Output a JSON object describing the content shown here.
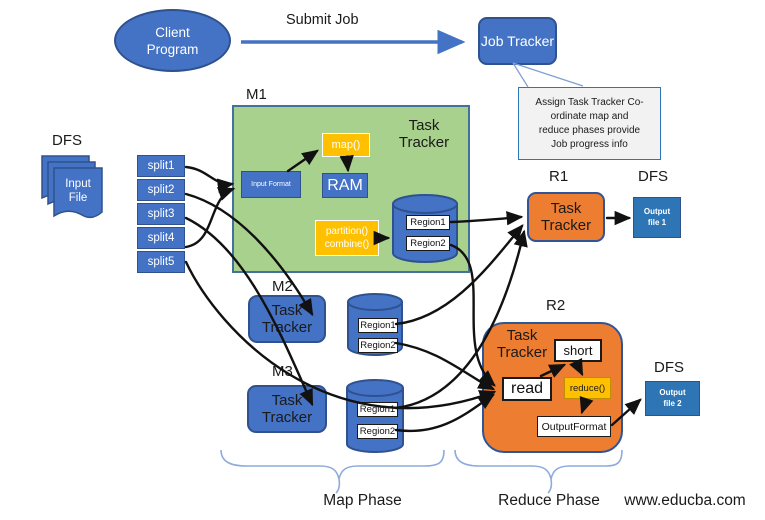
{
  "header": {
    "client_program": "Client Program",
    "submit_job": "Submit Job",
    "job_tracker": "Job Tracker"
  },
  "callout": {
    "line1": "Assign Task Tracker Co-",
    "line2": "ordinate map and",
    "line3": "reduce phases provide",
    "line4": "Job progress info"
  },
  "dfs_input": {
    "label": "DFS",
    "file": "Input File"
  },
  "splits": [
    "split1",
    "split2",
    "split3",
    "split4",
    "split5"
  ],
  "m1": {
    "label": "M1",
    "title": "Task Tracker",
    "input_format": "Input Format",
    "map": "map()",
    "ram": "RAM",
    "partition_combine": "partition() combine()",
    "region1": "Region1",
    "region2": "Region2"
  },
  "m2": {
    "label": "M2",
    "title": "Task Tracker"
  },
  "m3": {
    "label": "M3",
    "title": "Task Tracker"
  },
  "cyl2": {
    "region1": "Region1",
    "region2": "Region2"
  },
  "cyl3": {
    "region1": "Region1",
    "region2": "Region2"
  },
  "r1": {
    "label": "R1",
    "title": "Task Tracker",
    "dfs": "DFS",
    "output": "Output file 1"
  },
  "r2": {
    "label": "R2",
    "title": "Task Tracker",
    "read": "read",
    "short": "short",
    "reduce": "reduce()",
    "output_format": "OutputFormat",
    "dfs": "DFS",
    "output": "Output file 2"
  },
  "footer": {
    "map_phase": "Map Phase",
    "reduce_phase": "Reduce Phase",
    "site": "www.educba.com"
  },
  "colors": {
    "node_blue": "#4472C4",
    "node_blue_border": "#2F528F",
    "green_fill": "#A9D18E",
    "green_border": "#41719C",
    "orange_fill": "#ED7D31",
    "orange_border": "#2F5597",
    "yellow": "#FFC000",
    "output_blue": "#2E75B6",
    "brace_blue": "#8FAADC",
    "note_fill": "#F2F2F2",
    "arrow_black": "#111111"
  }
}
